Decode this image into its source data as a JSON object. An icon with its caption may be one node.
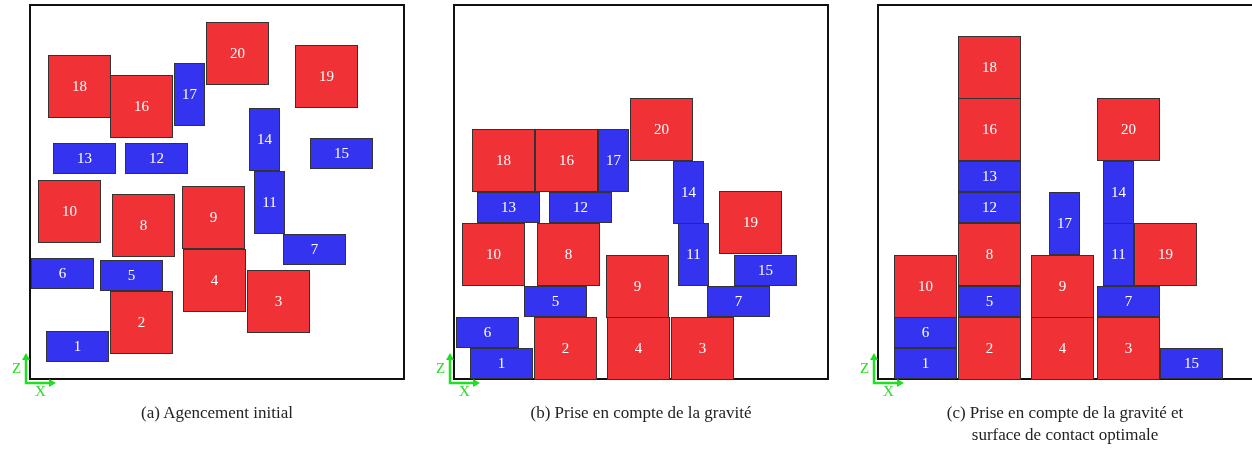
{
  "diagram": {
    "nodes": [
      {
        "text": [
          "(a) Agencement initial"
        ]
      },
      {
        "text": [
          "20"
        ],
        "in": 0
      },
      {
        "text": [
          "19"
        ],
        "in": 0
      },
      {
        "text": [
          "18"
        ],
        "in": 0
      },
      {
        "text": [
          "17"
        ],
        "in": 0
      },
      {
        "text": [
          "16"
        ],
        "in": 0
      },
      {
        "text": [
          "14"
        ],
        "in": 0
      },
      {
        "text": [
          "15"
        ],
        "in": 0
      },
      {
        "text": [
          "13"
        ],
        "in": 0
      },
      {
        "text": [
          "12"
        ],
        "in": 0
      },
      {
        "text": [
          "11"
        ],
        "in": 0
      },
      {
        "text": [
          "10"
        ],
        "in": 0
      },
      {
        "text": [
          "9"
        ],
        "in": 0
      },
      {
        "text": [
          "8"
        ],
        "in": 0
      },
      {
        "text": [
          "7"
        ],
        "in": 0
      },
      {
        "text": [
          "4"
        ],
        "in": 0
      },
      {
        "text": [
          "6"
        ],
        "in": 0
      },
      {
        "text": [
          "5"
        ],
        "in": 0
      },
      {
        "text": [
          "3"
        ],
        "in": 0
      },
      {
        "text": [
          "2"
        ],
        "in": 0
      },
      {
        "text": [
          "1"
        ],
        "in": 0
      },
      {
        "text": [
          "(b) Prise en compte de la gravité"
        ]
      },
      {
        "text": [
          "20"
        ],
        "in": 21
      },
      {
        "text": [
          "18"
        ],
        "in": 21
      },
      {
        "text": [
          "16"
        ],
        "in": 21
      },
      {
        "text": [
          "17"
        ],
        "in": 21
      },
      {
        "text": [
          "14"
        ],
        "in": 21
      },
      {
        "text": [
          "19"
        ],
        "in": 21
      },
      {
        "text": [
          "13"
        ],
        "in": 21
      },
      {
        "text": [
          "12"
        ],
        "in": 21
      },
      {
        "text": [
          "10"
        ],
        "in": 21
      },
      {
        "text": [
          "8"
        ],
        "in": 21
      },
      {
        "text": [
          "11"
        ],
        "in": 21
      },
      {
        "text": [
          "9"
        ],
        "in": 21
      },
      {
        "text": [
          "15"
        ],
        "in": 21
      },
      {
        "text": [
          "5"
        ],
        "in": 21
      },
      {
        "text": [
          "7"
        ],
        "in": 21
      },
      {
        "text": [
          "6"
        ],
        "in": 21
      },
      {
        "text": [
          "2"
        ],
        "in": 21
      },
      {
        "text": [
          "4"
        ],
        "in": 21
      },
      {
        "text": [
          "3"
        ],
        "in": 21
      },
      {
        "text": [
          "1"
        ],
        "in": 21
      },
      {
        "text": [
          "(c) Prise en compte de la gravité et surface de contact optimale"
        ]
      },
      {
        "text": [
          "18"
        ],
        "in": 42
      },
      {
        "text": [
          "16"
        ],
        "in": 42
      },
      {
        "text": [
          "20"
        ],
        "in": 42
      },
      {
        "text": [
          "13"
        ],
        "in": 42
      },
      {
        "text": [
          "14"
        ],
        "in": 42
      },
      {
        "text": [
          "12"
        ],
        "in": 42
      },
      {
        "text": [
          "17"
        ],
        "in": 42
      },
      {
        "text": [
          "8"
        ],
        "in": 42
      },
      {
        "text": [
          "11"
        ],
        "in": 42
      },
      {
        "text": [
          "19"
        ],
        "in": 42
      },
      {
        "text": [
          "10"
        ],
        "in": 42
      },
      {
        "text": [
          "9"
        ],
        "in": 42
      },
      {
        "text": [
          "5"
        ],
        "in": 42
      },
      {
        "text": [
          "7"
        ],
        "in": 42
      },
      {
        "text": [
          "6"
        ],
        "in": 42
      },
      {
        "text": [
          "2"
        ],
        "in": 42
      },
      {
        "text": [
          "4"
        ],
        "in": 42
      },
      {
        "text": [
          "3"
        ],
        "in": 42
      },
      {
        "text": [
          "1"
        ],
        "in": 42
      },
      {
        "text": [
          "15"
        ],
        "in": 42
      }
    ],
    "edges": [],
    "labels": [
      "Z",
      "X",
      "Z",
      "X",
      "Z",
      "X"
    ]
  }
}
